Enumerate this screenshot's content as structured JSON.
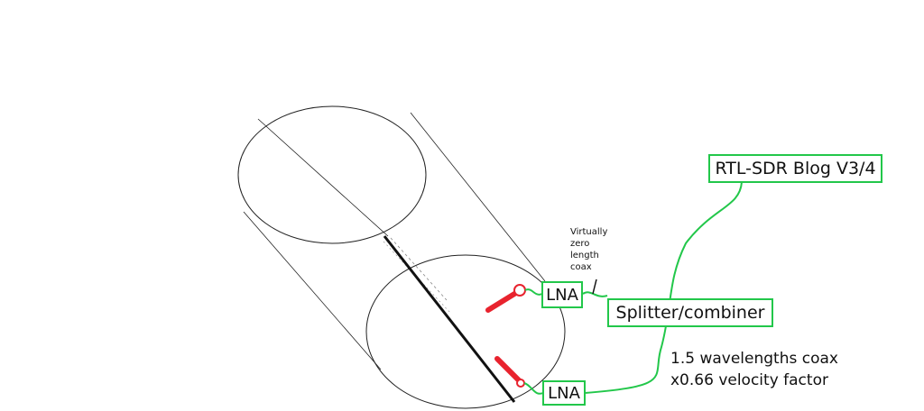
{
  "labels": {
    "rtl_sdr": "RTL-SDR Blog V3/4",
    "splitter": "Splitter/combiner",
    "lna_top": "LNA",
    "lna_bottom": "LNA",
    "coax_note_line1": "Virtually",
    "coax_note_line2": "zero",
    "coax_note_line3": "length",
    "coax_note_line4": "coax",
    "coax_length_line1": "1.5 wavelengths coax",
    "coax_length_line2": "x0.66 velocity factor"
  },
  "colors": {
    "cable": "#22c74a",
    "dipole": "#e8232e",
    "outline": "#222222"
  }
}
